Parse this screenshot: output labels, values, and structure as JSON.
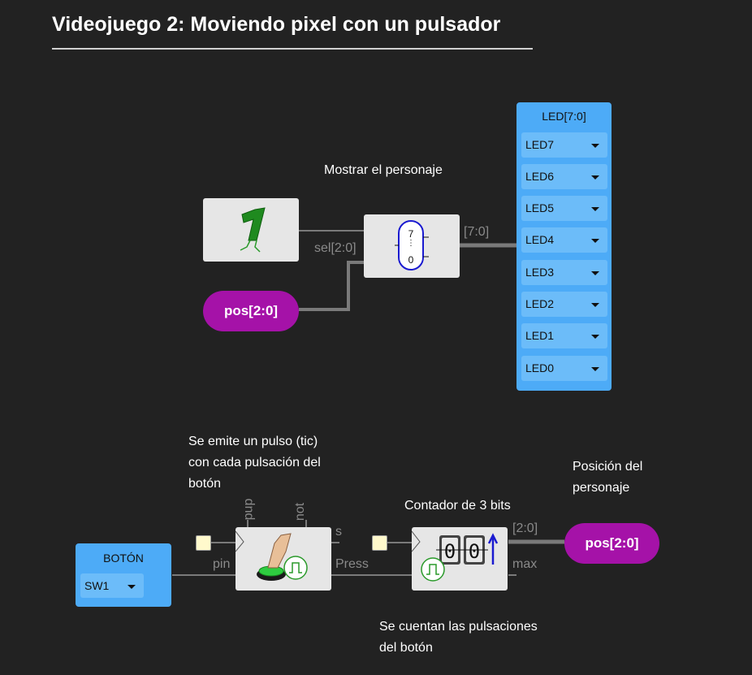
{
  "title": "Videojuego 2: Moviendo pixel con un pulsador",
  "notes": {
    "show_character": "Mostrar el personaje",
    "pulse": [
      "Se emite un pulso (tic)",
      "con cada pulsación del",
      "botón"
    ],
    "character_position": [
      "Posición del",
      "personaje"
    ],
    "counter": "Contador de 3 bits",
    "count_presses": [
      "Se cuentan las pulsaciones",
      "del botón"
    ]
  },
  "led_panel": {
    "title": "LED[7:0]",
    "items": [
      "LED7",
      "LED6",
      "LED5",
      "LED4",
      "LED3",
      "LED2",
      "LED1",
      "LED0"
    ]
  },
  "button_panel": {
    "title": "BOTÓN",
    "selected": "SW1"
  },
  "mux": {
    "top": "7",
    "bottom": "0",
    "sel_label": "sel[2:0]",
    "out_label": "[7:0]"
  },
  "pos_input": "pos[2:0]",
  "pos_output": "pos[2:0]",
  "pulser": {
    "pin_label": "pin",
    "pup_label": "pup",
    "not_label": "not",
    "s_label": "s",
    "press_label": "Press"
  },
  "counter_block": {
    "digits": [
      "0",
      "0"
    ],
    "out_label": "[2:0]",
    "max_label": "max"
  },
  "colors": {
    "background": "#222222",
    "wire": "#7a7a7a",
    "blue_panel": "#4dabf7",
    "pill": "#a512a8",
    "block": "#e6e6e6"
  }
}
